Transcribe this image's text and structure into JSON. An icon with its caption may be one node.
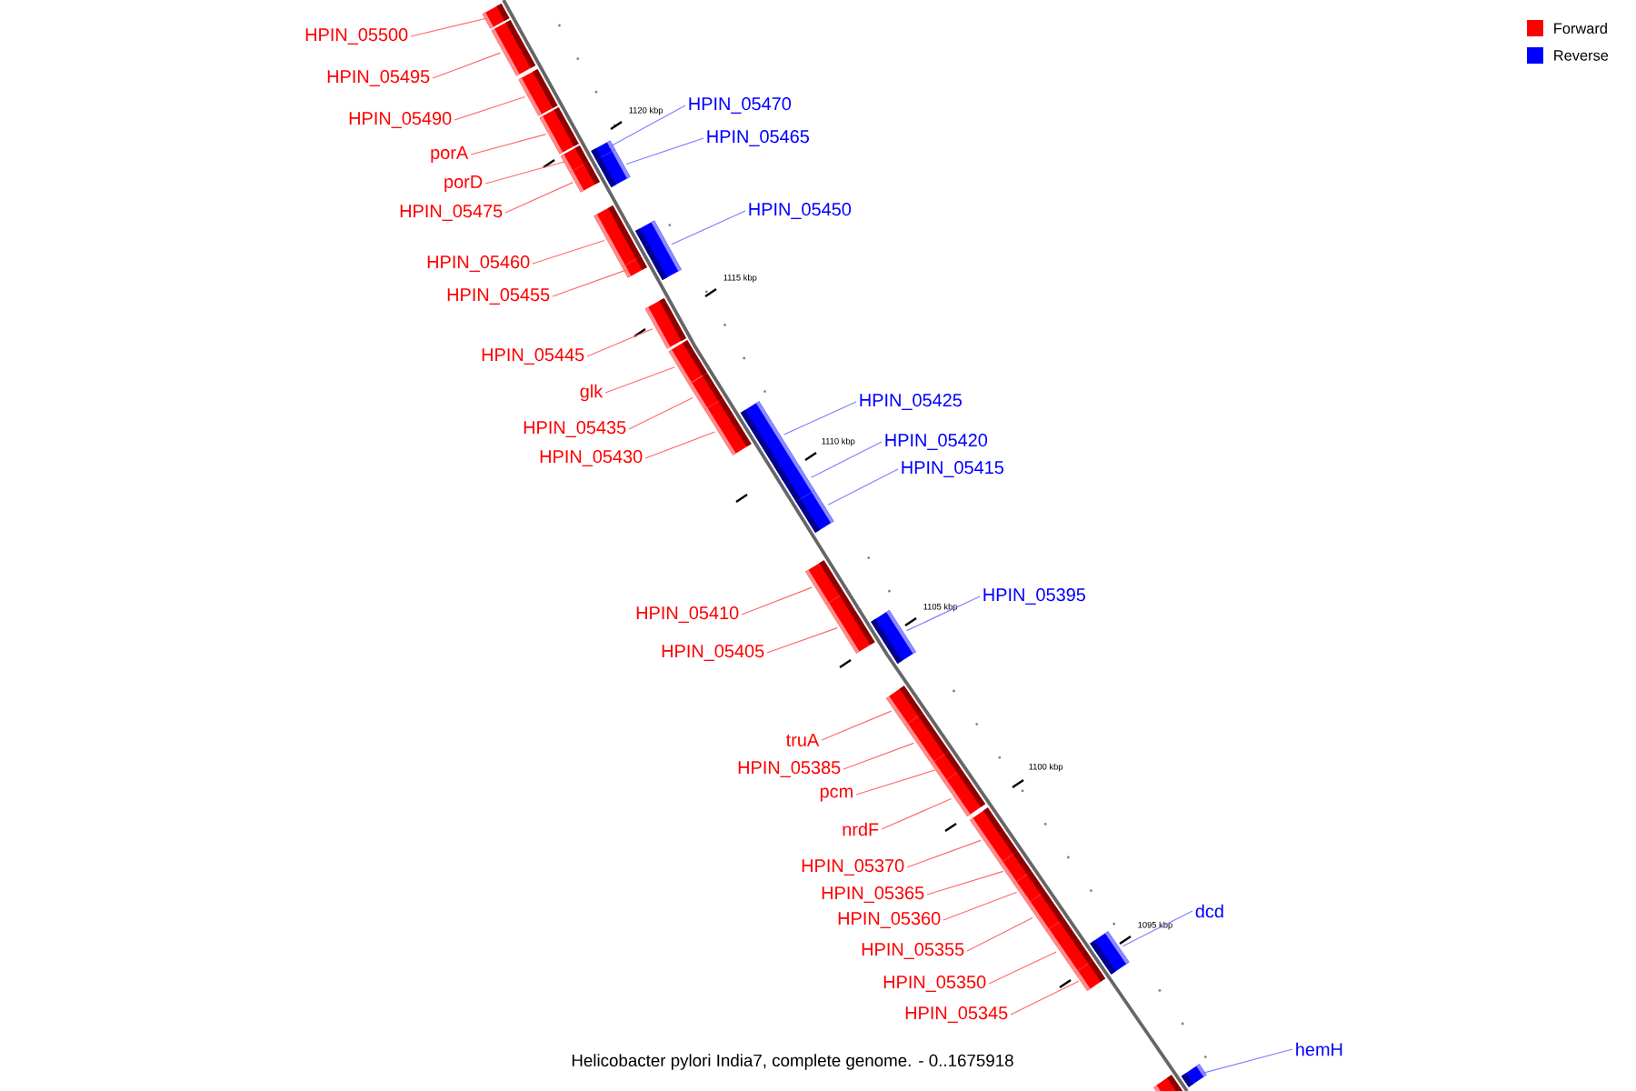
{
  "diagram": {
    "caption": "Helicobacter pylori India7, complete genome. - 0..1675918",
    "nodes": [
      {
        "text": [
          "HPIN_05500"
        ]
      },
      {
        "text": [],
        "shape": "bar"
      },
      {
        "text": [
          "HPIN_05495"
        ]
      },
      {
        "text": [],
        "shape": "bar"
      },
      {
        "text": [
          "HPIN_05470"
        ]
      },
      {
        "text": [],
        "shape": "bar"
      },
      {
        "text": [
          "HPIN_05490"
        ]
      },
      {
        "text": [],
        "shape": "bar"
      },
      {
        "text": [
          "HPIN_05465"
        ]
      },
      {
        "text": [],
        "shape": "bar"
      },
      {
        "text": [
          "porA"
        ]
      },
      {
        "text": [],
        "shape": "bar"
      },
      {
        "text": [
          "porD"
        ]
      },
      {
        "text": [],
        "shape": "bar"
      },
      {
        "text": [
          "HPIN_05450"
        ]
      },
      {
        "text": [],
        "shape": "bar"
      },
      {
        "text": [
          "HPIN_05475"
        ]
      },
      {
        "text": [],
        "shape": "bar"
      },
      {
        "text": [
          "HPIN_05460"
        ]
      },
      {
        "text": [],
        "shape": "bar"
      },
      {
        "text": [
          "HPIN_05455"
        ]
      },
      {
        "text": [],
        "shape": "bar"
      },
      {
        "text": [
          "HPIN_05445"
        ]
      },
      {
        "text": [],
        "shape": "bar"
      },
      {
        "text": [
          "glk"
        ]
      },
      {
        "text": [],
        "shape": "bar"
      },
      {
        "text": [
          "HPIN_05425"
        ]
      },
      {
        "text": [],
        "shape": "bar"
      },
      {
        "text": [
          "HPIN_05435"
        ]
      },
      {
        "text": [],
        "shape": "bar"
      },
      {
        "text": [
          "HPIN_05420"
        ]
      },
      {
        "text": [],
        "shape": "bar"
      },
      {
        "text": [
          "HPIN_05430"
        ]
      },
      {
        "text": [],
        "shape": "bar"
      },
      {
        "text": [
          "HPIN_05415"
        ]
      },
      {
        "text": [],
        "shape": "bar"
      },
      {
        "text": [
          "HPIN_05395"
        ]
      },
      {
        "text": [],
        "shape": "bar"
      },
      {
        "text": [
          "HPIN_05410"
        ]
      },
      {
        "text": [],
        "shape": "bar"
      },
      {
        "text": [
          "HPIN_05405"
        ]
      },
      {
        "text": [],
        "shape": "bar"
      },
      {
        "text": [
          "truA"
        ]
      },
      {
        "text": [],
        "shape": "bar"
      },
      {
        "text": [
          "HPIN_05385"
        ]
      },
      {
        "text": [],
        "shape": "bar"
      },
      {
        "text": [
          "pcm"
        ]
      },
      {
        "text": [],
        "shape": "bar"
      },
      {
        "text": [
          "nrdF"
        ]
      },
      {
        "text": [],
        "shape": "bar"
      },
      {
        "text": [
          "HPIN_05370"
        ]
      },
      {
        "text": [],
        "shape": "bar"
      },
      {
        "text": [
          "HPIN_05365"
        ]
      },
      {
        "text": [],
        "shape": "bar"
      },
      {
        "text": [
          "dcd"
        ]
      },
      {
        "text": [],
        "shape": "bar"
      },
      {
        "text": [
          "HPIN_05360"
        ]
      },
      {
        "text": [],
        "shape": "bar"
      },
      {
        "text": [
          "HPIN_05355"
        ]
      },
      {
        "text": [],
        "shape": "bar"
      },
      {
        "text": [
          "HPIN_05350"
        ]
      },
      {
        "text": [],
        "shape": "bar"
      },
      {
        "text": [
          "HPIN_05345"
        ]
      },
      {
        "text": [],
        "shape": "bar"
      },
      {
        "text": [
          "hemH"
        ]
      },
      {
        "text": [],
        "shape": "bar"
      },
      {
        "text": [],
        "shape": "bar"
      }
    ],
    "edges": [
      {
        "from": 0,
        "to": 1,
        "arrow": "none"
      },
      {
        "from": 2,
        "to": 3,
        "arrow": "none"
      },
      {
        "from": 4,
        "to": 5,
        "arrow": "none",
        "color": "#7f7fff"
      },
      {
        "from": 6,
        "to": 7,
        "arrow": "none"
      },
      {
        "from": 8,
        "to": 9,
        "arrow": "none",
        "color": "#7f7fff"
      },
      {
        "from": 10,
        "to": 11,
        "arrow": "none"
      },
      {
        "from": 12,
        "to": 13,
        "arrow": "none"
      },
      {
        "from": 14,
        "to": 15,
        "arrow": "none",
        "color": "#7f7fff"
      },
      {
        "from": 16,
        "to": 17,
        "arrow": "none"
      },
      {
        "from": 18,
        "to": 19,
        "arrow": "none"
      },
      {
        "from": 20,
        "to": 21,
        "arrow": "none"
      },
      {
        "from": 22,
        "to": 23,
        "arrow": "none"
      },
      {
        "from": 24,
        "to": 25,
        "arrow": "none"
      },
      {
        "from": 26,
        "to": 27,
        "arrow": "none",
        "color": "#7f7fff"
      },
      {
        "from": 28,
        "to": 29,
        "arrow": "none"
      },
      {
        "from": 30,
        "to": 31,
        "arrow": "none",
        "color": "#7f7fff"
      },
      {
        "from": 32,
        "to": 33,
        "arrow": "none"
      },
      {
        "from": 34,
        "to": 35,
        "arrow": "none",
        "color": "#7f7fff"
      },
      {
        "from": 36,
        "to": 37,
        "arrow": "none",
        "color": "#7f7fff"
      },
      {
        "from": 38,
        "to": 39,
        "arrow": "none"
      },
      {
        "from": 40,
        "to": 41,
        "arrow": "none"
      },
      {
        "from": 42,
        "to": 43,
        "arrow": "none"
      },
      {
        "from": 44,
        "to": 45,
        "arrow": "none"
      },
      {
        "from": 46,
        "to": 47,
        "arrow": "none"
      },
      {
        "from": 48,
        "to": 49,
        "arrow": "none"
      },
      {
        "from": 50,
        "to": 51,
        "arrow": "none"
      },
      {
        "from": 52,
        "to": 53,
        "arrow": "none"
      },
      {
        "from": 54,
        "to": 55,
        "arrow": "none",
        "color": "#7f7fff"
      },
      {
        "from": 56,
        "to": 57,
        "arrow": "none"
      },
      {
        "from": 58,
        "to": 59,
        "arrow": "none"
      },
      {
        "from": 60,
        "to": 61,
        "arrow": "none"
      },
      {
        "from": 62,
        "to": 63,
        "arrow": "none"
      },
      {
        "from": 64,
        "to": 65,
        "arrow": "none",
        "color": "#7f7fff"
      }
    ],
    "labels": [
      "1120 kbp",
      "1115 kbp",
      "1110 kbp",
      "1105 kbp",
      "1100 kbp",
      "1095 kbp"
    ],
    "legend": [
      {
        "text": "Forward",
        "color": "#ff0000"
      },
      {
        "text": "Reverse",
        "color": "#0000ff"
      }
    ]
  }
}
